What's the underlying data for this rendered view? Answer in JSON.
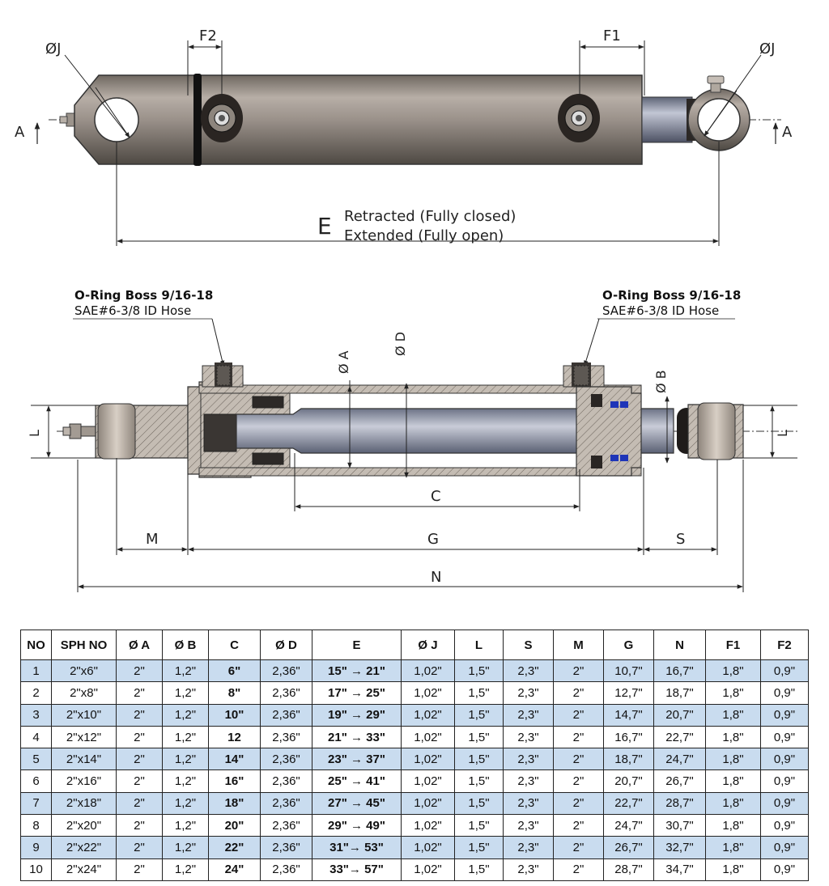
{
  "top_view": {
    "label_phi_j_left": "ØJ",
    "label_phi_j_right": "ØJ",
    "label_f2": "F2",
    "label_f1": "F1",
    "label_a_left": "A",
    "label_a_right": "A",
    "label_e": "E",
    "label_retracted": "Retracted (Fully closed)",
    "label_extended": "Extended (Fully open)"
  },
  "section_view": {
    "port_left_title": "O-Ring Boss 9/16-18",
    "port_left_sub": "SAE#6-3/8 ID Hose",
    "port_right_title": "O-Ring Boss 9/16-18",
    "port_right_sub": "SAE#6-3/8 ID Hose",
    "label_phi_a": "Ø A",
    "label_phi_d": "Ø D",
    "label_phi_b": "Ø B",
    "label_l_left": "L",
    "label_l_right": "L",
    "label_c": "C",
    "label_m": "M",
    "label_g": "G",
    "label_s": "S",
    "label_n": "N"
  },
  "table": {
    "headers": [
      "NO",
      "SPH NO",
      "Ø A",
      "Ø B",
      "C",
      "Ø D",
      "E",
      "Ø J",
      "L",
      "S",
      "M",
      "G",
      "N",
      "F1",
      "F2"
    ],
    "rows": [
      [
        "1",
        "2\"x6\"",
        "2\"",
        "1,2\"",
        "6\"",
        "2,36\"",
        "15\" → 21\"",
        "1,02\"",
        "1,5\"",
        "2,3\"",
        "2\"",
        "10,7\"",
        "16,7\"",
        "1,8\"",
        "0,9\""
      ],
      [
        "2",
        "2\"x8\"",
        "2\"",
        "1,2\"",
        "8\"",
        "2,36\"",
        "17\" → 25\"",
        "1,02\"",
        "1,5\"",
        "2,3\"",
        "2\"",
        "12,7\"",
        "18,7\"",
        "1,8\"",
        "0,9\""
      ],
      [
        "3",
        "2\"x10\"",
        "2\"",
        "1,2\"",
        "10\"",
        "2,36\"",
        "19\" → 29\"",
        "1,02\"",
        "1,5\"",
        "2,3\"",
        "2\"",
        "14,7\"",
        "20,7\"",
        "1,8\"",
        "0,9\""
      ],
      [
        "4",
        "2\"x12\"",
        "2\"",
        "1,2\"",
        "12",
        "2,36\"",
        "21\" → 33\"",
        "1,02\"",
        "1,5\"",
        "2,3\"",
        "2\"",
        "16,7\"",
        "22,7\"",
        "1,8\"",
        "0,9\""
      ],
      [
        "5",
        "2\"x14\"",
        "2\"",
        "1,2\"",
        "14\"",
        "2,36\"",
        "23\" → 37\"",
        "1,02\"",
        "1,5\"",
        "2,3\"",
        "2\"",
        "18,7\"",
        "24,7\"",
        "1,8\"",
        "0,9\""
      ],
      [
        "6",
        "2\"x16\"",
        "2\"",
        "1,2\"",
        "16\"",
        "2,36\"",
        "25\" → 41\"",
        "1,02\"",
        "1,5\"",
        "2,3\"",
        "2\"",
        "20,7\"",
        "26,7\"",
        "1,8\"",
        "0,9\""
      ],
      [
        "7",
        "2\"x18\"",
        "2\"",
        "1,2\"",
        "18\"",
        "2,36\"",
        "27\" → 45\"",
        "1,02\"",
        "1,5\"",
        "2,3\"",
        "2\"",
        "22,7\"",
        "28,7\"",
        "1,8\"",
        "0,9\""
      ],
      [
        "8",
        "2\"x20\"",
        "2\"",
        "1,2\"",
        "20\"",
        "2,36\"",
        "29\" → 49\"",
        "1,02\"",
        "1,5\"",
        "2,3\"",
        "2\"",
        "24,7\"",
        "30,7\"",
        "1,8\"",
        "0,9\""
      ],
      [
        "9",
        "2\"x22\"",
        "2\"",
        "1,2\"",
        "22\"",
        "2,36\"",
        "31\"→ 53\"",
        "1,02\"",
        "1,5\"",
        "2,3\"",
        "2\"",
        "26,7\"",
        "32,7\"",
        "1,8\"",
        "0,9\""
      ],
      [
        "10",
        "2\"x24\"",
        "2\"",
        "1,2\"",
        "24\"",
        "2,36\"",
        "33\"→ 57\"",
        "1,02\"",
        "1,5\"",
        "2,3\"",
        "2\"",
        "28,7\"",
        "34,7\"",
        "1,8\"",
        "0,9\""
      ]
    ]
  }
}
